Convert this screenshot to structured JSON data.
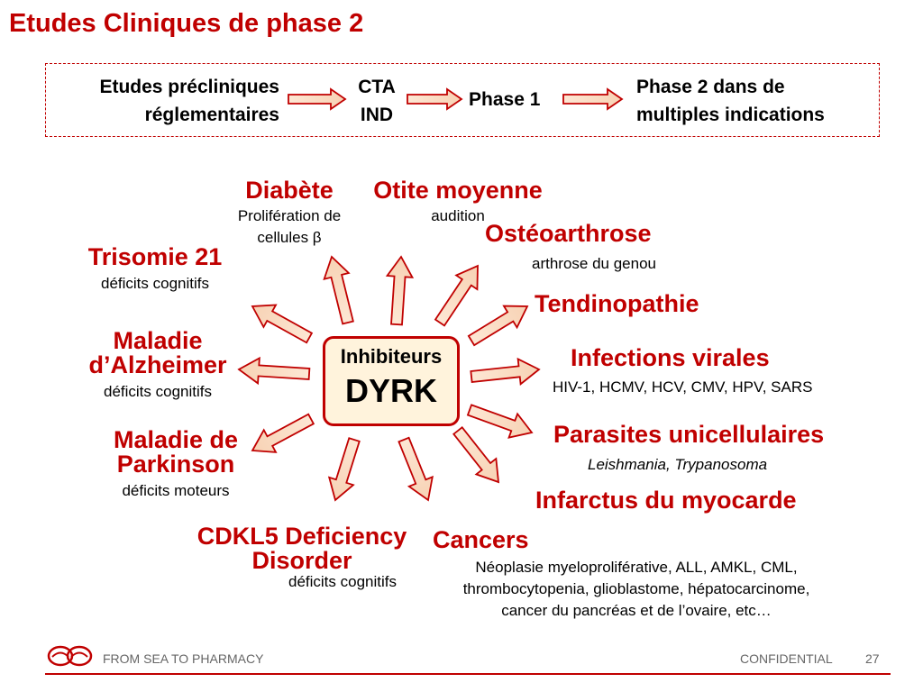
{
  "title": "Etudes Cliniques de phase 2",
  "pipeline": {
    "step1": [
      "Etudes précliniques",
      "réglementaires"
    ],
    "step2": [
      "CTA",
      "IND"
    ],
    "step3": "Phase 1",
    "step4": [
      "Phase 2 dans de",
      "multiples indications"
    ]
  },
  "center": {
    "line1": "Inhibiteurs",
    "line2": "DYRK"
  },
  "indications": {
    "diabete": {
      "name": "Diabète",
      "detail": [
        "Prolifération de",
        "cellules β"
      ]
    },
    "otite": {
      "name": "Otite moyenne",
      "detail": "audition"
    },
    "osteo": {
      "name": "Ostéoarthrose",
      "detail": "arthrose du genou"
    },
    "tendino": {
      "name": "Tendinopathie"
    },
    "infections": {
      "name": "Infections virales",
      "detail": "HIV-1, HCMV, HCV, CMV, HPV, SARS"
    },
    "parasites": {
      "name": "Parasites unicellulaires",
      "detail": "Leishmania, Trypanosoma"
    },
    "infarctus": {
      "name": "Infarctus du myocarde"
    },
    "cancers": {
      "name": "Cancers",
      "detail": [
        "Néoplasie myeloproliférative, ALL, AMKL, CML,",
        "thrombocytopenia, glioblastome, hépatocarcinome,",
        "cancer du pancréas et de l’ovaire, etc…"
      ]
    },
    "cdkl5": {
      "name": [
        "CDKL5 Deficiency",
        "Disorder"
      ],
      "detail": "déficits cognitifs"
    },
    "parkinson": {
      "name": [
        "Maladie de",
        "Parkinson"
      ],
      "detail": "déficits moteurs"
    },
    "alzheimer": {
      "name": [
        "Maladie",
        "d’Alzheimer"
      ],
      "detail": "déficits cognitifs"
    },
    "trisomie": {
      "name": "Trisomie 21",
      "detail": "déficits cognitifs"
    }
  },
  "footer": {
    "brand": "FROM SEA TO PHARMACY",
    "confidential": "CONFIDENTIAL",
    "page": "27"
  },
  "colors": {
    "accent": "#c00000",
    "arrow_fill": "#fbe9d8",
    "center_fill": "#fff3dc"
  }
}
